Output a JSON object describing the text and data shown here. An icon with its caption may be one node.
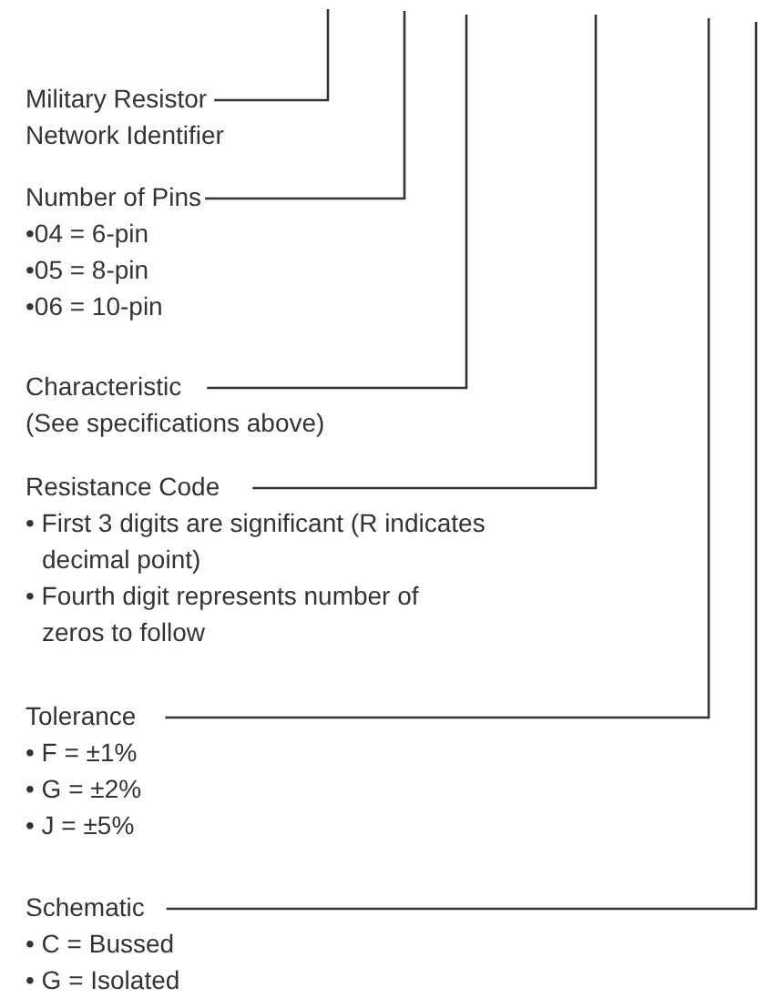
{
  "diagram": {
    "nodes": [
      {
        "text": [
          "Military Resistor Network Identifier"
        ]
      },
      {
        "text": [
          "Number of Pins",
          "•04 = 6-pin",
          "•05 = 8-pin",
          "•06 = 10-pin"
        ]
      },
      {
        "text": [
          "Characteristic",
          "(See specifications above)"
        ]
      },
      {
        "text": [
          "Resistance Code",
          "• First 3 digits are significant (R indicates decimal point)",
          "• Fourth digit represents number of zeros to follow"
        ]
      },
      {
        "text": [
          "Tolerance",
          "• F = ±1%",
          "• G = ±2%",
          "• J = ±5%"
        ]
      },
      {
        "text": [
          "Schematic",
          "• C = Bussed",
          "• G = Isolated"
        ]
      }
    ],
    "edges": [
      {
        "from": 0,
        "to": null,
        "arrow": "none"
      },
      {
        "from": 1,
        "to": null,
        "arrow": "none"
      },
      {
        "from": 2,
        "to": null,
        "arrow": "none"
      },
      {
        "from": 3,
        "to": null,
        "arrow": "none"
      },
      {
        "from": 4,
        "to": null,
        "arrow": "none"
      },
      {
        "from": 5,
        "to": null,
        "arrow": "none"
      }
    ]
  }
}
